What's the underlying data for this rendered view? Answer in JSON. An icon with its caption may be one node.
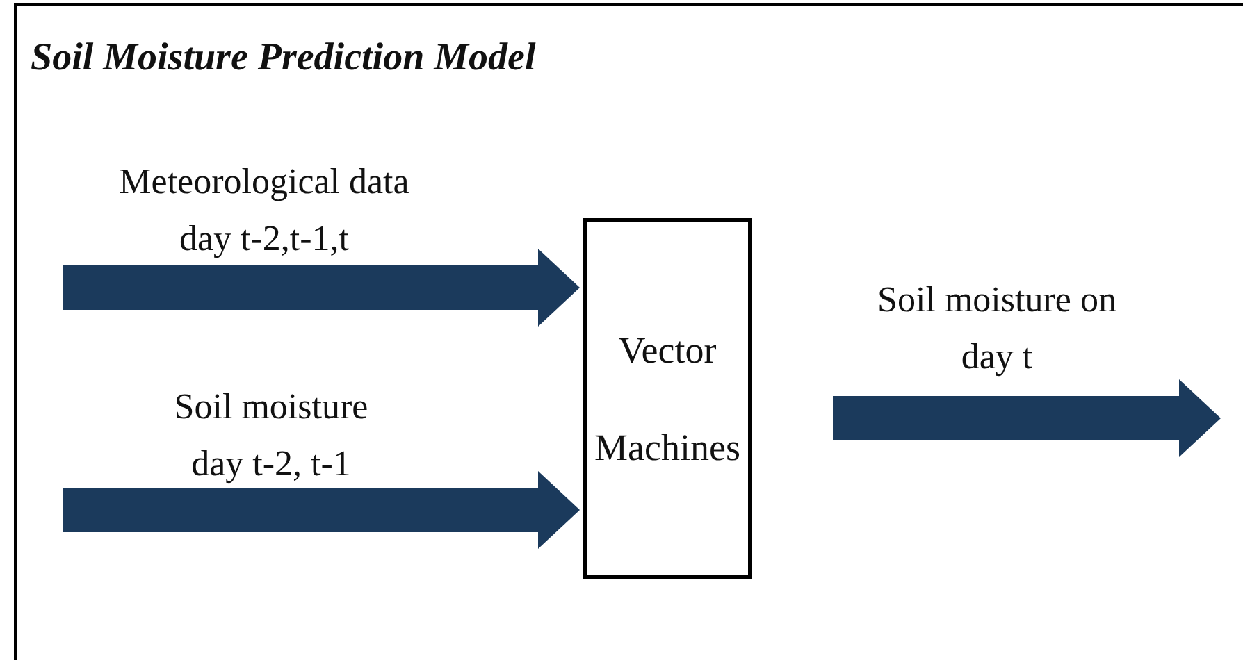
{
  "diagram": {
    "title": "Soil Moisture Prediction Model",
    "nodes": [
      {
        "text": [],
        "shape": "box"
      },
      {
        "text": [
          "Vector Machines"
        ],
        "in": 0
      }
    ],
    "edges": [
      {
        "from": null,
        "to": 1,
        "arrow": "to",
        "label": "Meteorological data day t-2,t-1,t"
      },
      {
        "from": null,
        "to": 1,
        "arrow": "to",
        "label": "Soil moisture day t-2, t-1"
      },
      {
        "from": 1,
        "to": null,
        "arrow": "to",
        "label": "Soil moisture on day t"
      }
    ]
  }
}
